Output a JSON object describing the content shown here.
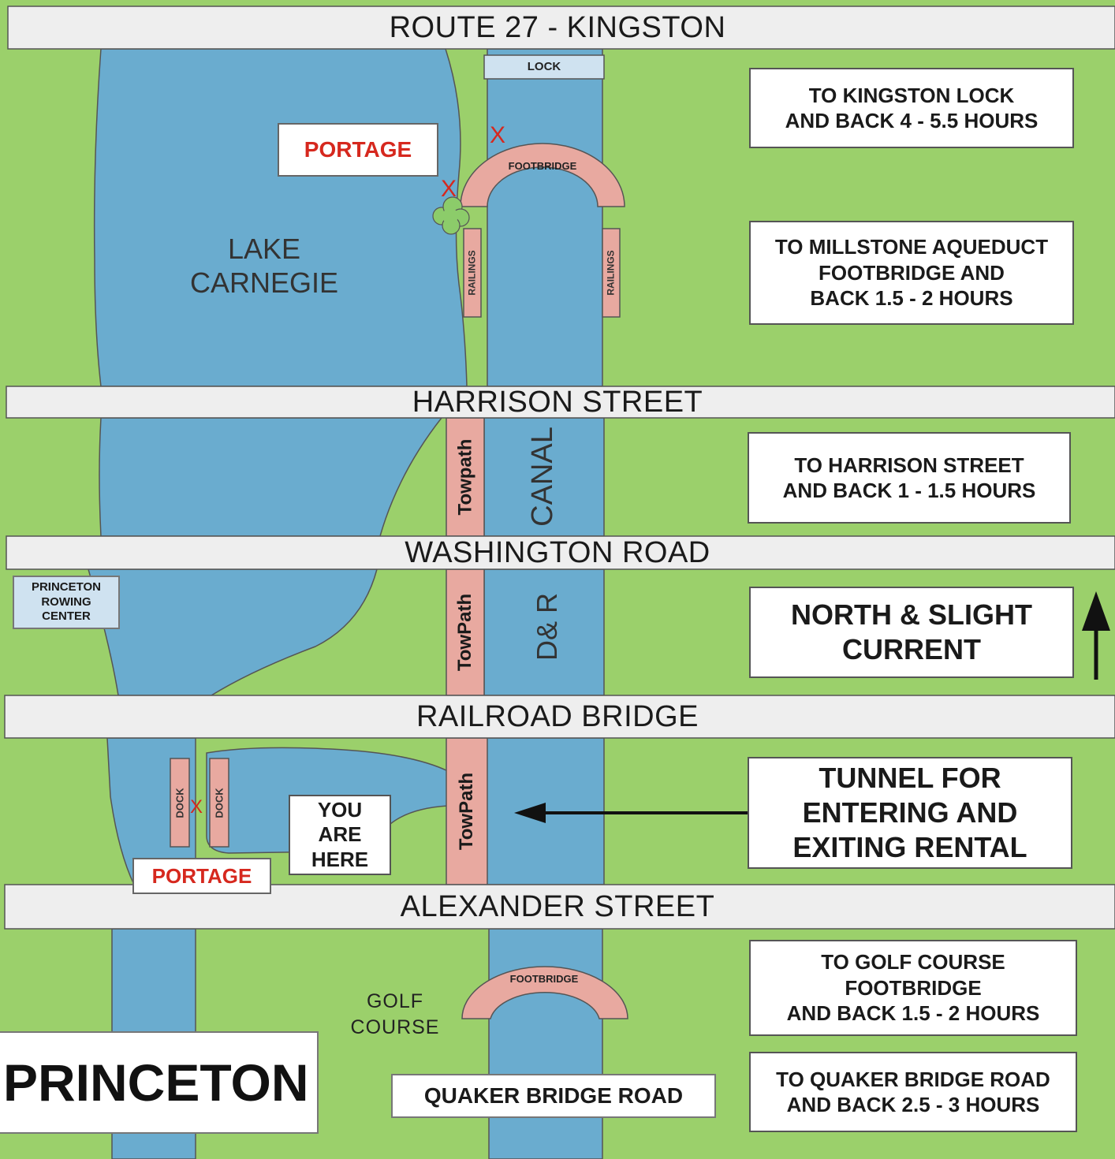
{
  "colors": {
    "grass": "#9bd06b",
    "water": "#6aaccf",
    "road": "#eeeeee",
    "structure": "#e8a9a0",
    "portage_red": "#d6281e",
    "lock_fill": "#cfe2f0"
  },
  "roads": {
    "route27": "ROUTE 27 - KINGSTON",
    "harrison": "HARRISON STREET",
    "washington": "WASHINGTON ROAD",
    "railroad": "RAILROAD BRIDGE",
    "alexander": "ALEXANDER STREET"
  },
  "places": {
    "lake": "LAKE\nCARNEGIE",
    "lock": "LOCK",
    "footbridge_north": "FOOTBRIDGE",
    "footbridge_south": "FOOTBRIDGE",
    "railings": "RAILINGS",
    "canal": "CANAL",
    "d_and_r": "D& R",
    "towpath_1": "Towpath",
    "towpath_2": "TowPath",
    "towpath_3": "TowPath",
    "dock": "DOCK",
    "golf_course": "GOLF\nCOURSE",
    "rowing_center": "PRINCETON\nROWING\nCENTER",
    "you_are_here": "YOU\nARE\nHERE",
    "portage": "PORTAGE",
    "portage_marker": "X",
    "princeton": "PRINCETON",
    "quaker_bridge": "QUAKER BRIDGE ROAD"
  },
  "routes": {
    "kingston_lock": "TO KINGSTON LOCK\nAND BACK  4 - 5.5 HOURS",
    "millstone": "TO MILLSTONE AQUEDUCT\nFOOTBRIDGE AND\nBACK 1.5 - 2 HOURS",
    "harrison_back": "TO HARRISON STREET\nAND BACK 1 - 1.5 HOURS",
    "current": "NORTH & SLIGHT\nCURRENT",
    "tunnel": "TUNNEL FOR\nENTERING AND\nEXITING RENTAL",
    "golf_back": "TO GOLF COURSE\nFOOTBRIDGE\nAND BACK 1.5 - 2 HOURS",
    "quaker_back": "TO QUAKER BRIDGE ROAD\nAND BACK 2.5 - 3 HOURS"
  },
  "icons": [
    "north-arrow-icon",
    "tunnel-arrow-icon",
    "portage-x-icon",
    "tree-icon"
  ]
}
